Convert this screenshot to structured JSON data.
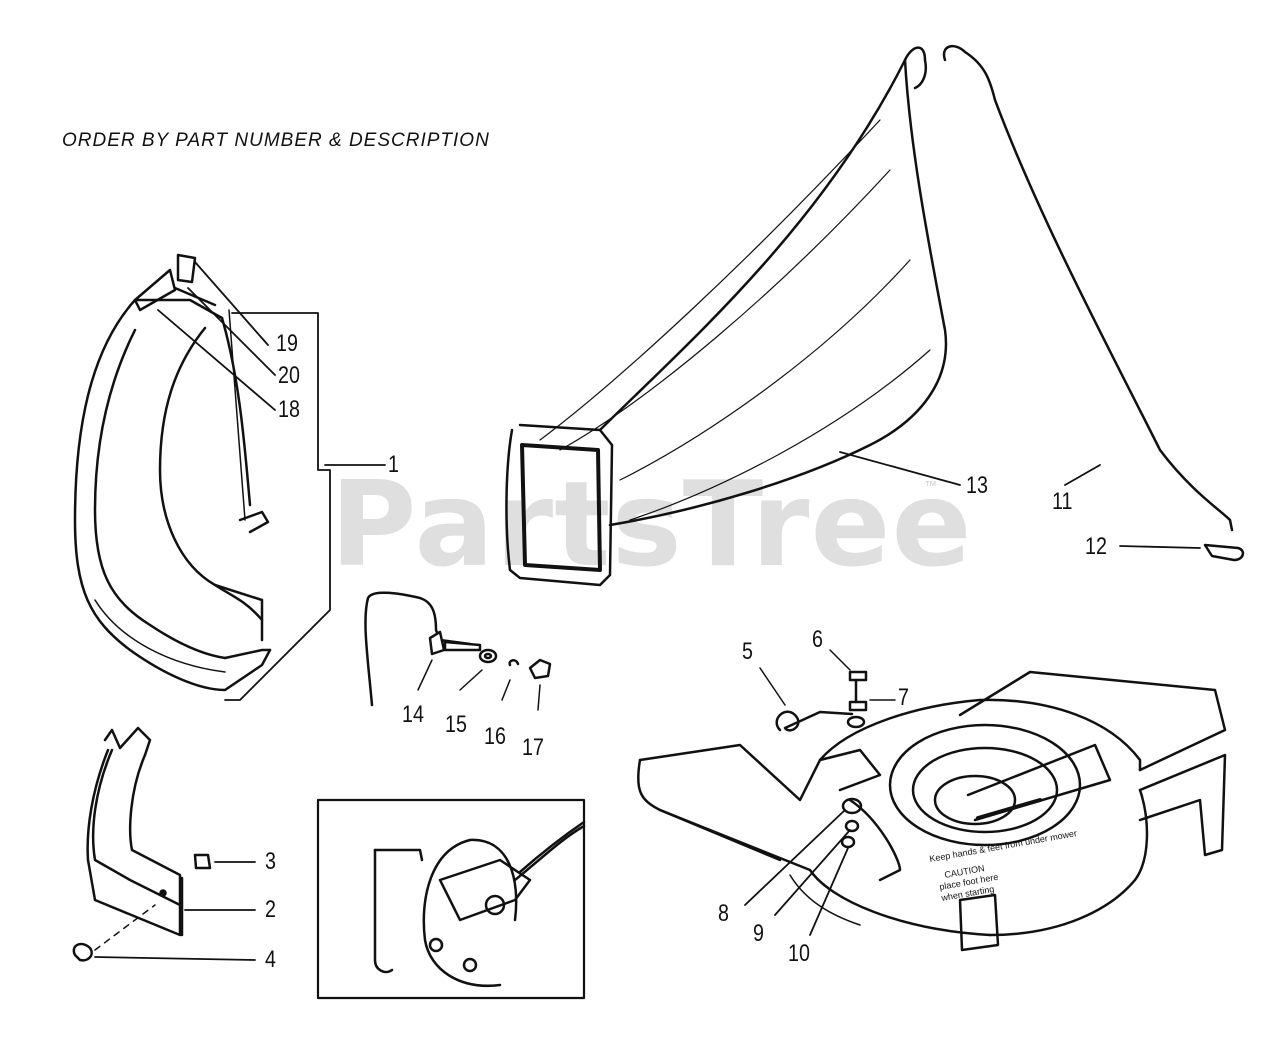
{
  "header": {
    "note": "ORDER BY PART NUMBER & DESCRIPTION"
  },
  "watermark": {
    "brand": "PartsTree",
    "trademark": "™"
  },
  "callouts": [
    {
      "id": "19",
      "label": "19"
    },
    {
      "id": "20",
      "label": "20"
    },
    {
      "id": "18",
      "label": "18"
    },
    {
      "id": "1",
      "label": "1"
    },
    {
      "id": "13",
      "label": "13"
    },
    {
      "id": "11",
      "label": "11"
    },
    {
      "id": "12",
      "label": "12"
    },
    {
      "id": "14",
      "label": "14"
    },
    {
      "id": "15",
      "label": "15"
    },
    {
      "id": "16",
      "label": "16"
    },
    {
      "id": "17",
      "label": "17"
    },
    {
      "id": "5",
      "label": "5"
    },
    {
      "id": "6",
      "label": "6"
    },
    {
      "id": "7",
      "label": "7"
    },
    {
      "id": "3",
      "label": "3"
    },
    {
      "id": "2",
      "label": "2"
    },
    {
      "id": "4",
      "label": "4"
    },
    {
      "id": "8",
      "label": "8"
    },
    {
      "id": "9",
      "label": "9"
    },
    {
      "id": "10",
      "label": "10"
    }
  ],
  "deck_decals": {
    "warning": "CAUTION",
    "line1": "place foot here",
    "line2": "when starting",
    "keep": "Keep hands & feet from under mower"
  },
  "colors": {
    "ink": "#111111",
    "paper": "#ffffff",
    "watermark": "#cccccc"
  }
}
